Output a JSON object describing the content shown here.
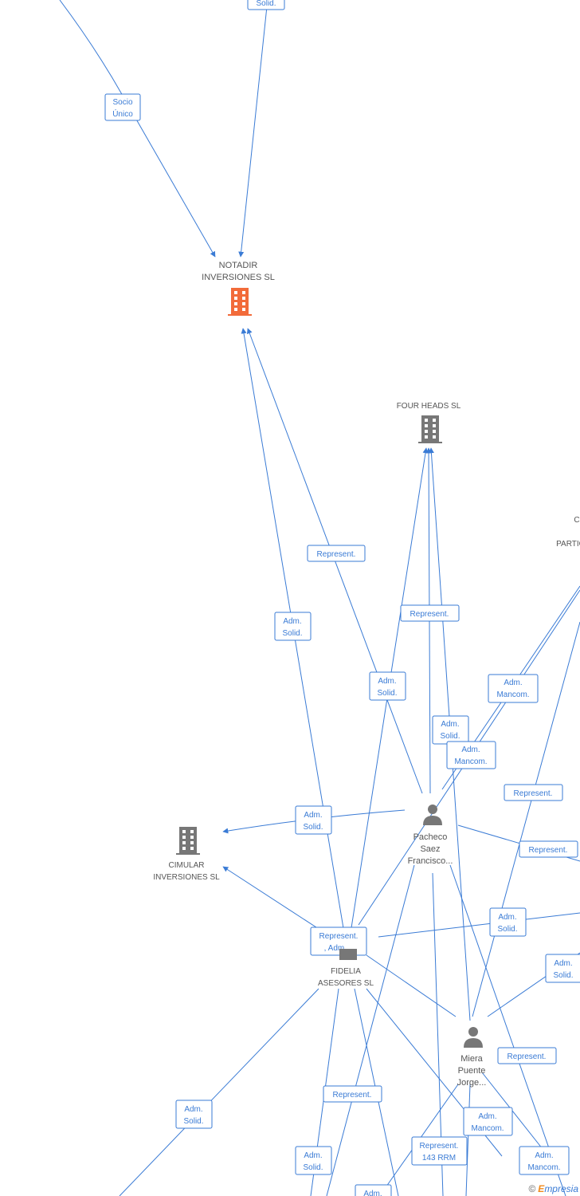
{
  "colors": {
    "edge": "#3a7bd5",
    "main_company": "#f26b3a",
    "company": "#777777",
    "person": "#777777",
    "node_text": "#555555",
    "brand_accent": "#f08a1c"
  },
  "nodes": {
    "notadir": [
      "NOTADIR",
      "INVERSIONES SL"
    ],
    "four_heads": [
      "FOUR HEADS SL"
    ],
    "cimular": [
      "CIMULAR",
      "INVERSIONES SL"
    ],
    "fidelia": [
      "FIDELIA",
      "ASESORES SL"
    ],
    "pacheco": [
      "Pacheco",
      "Saez",
      "Francisco..."
    ],
    "miera": [
      "Miera",
      "Puente",
      "Jorge..."
    ],
    "partial_right": [
      "C",
      "PARTIC"
    ]
  },
  "edge_labels": {
    "solid_top": [
      "Solid."
    ],
    "socio_unico": [
      "Socio",
      "Único"
    ],
    "represent_1": [
      "Represent."
    ],
    "adm_solid_1": [
      "Adm.",
      "Solid."
    ],
    "represent_2": [
      "Represent."
    ],
    "adm_solid_2": [
      "Adm.",
      "Solid."
    ],
    "adm_mancom_1": [
      "Adm.",
      "Mancom."
    ],
    "adm_solid_3": [
      "Adm.",
      "Solid."
    ],
    "adm_mancom_2": [
      "Adm.",
      "Mancom."
    ],
    "represent_3": [
      "Represent."
    ],
    "adm_solid_4": [
      "Adm.",
      "Solid."
    ],
    "represent_4": [
      "Represent."
    ],
    "represent_adm": [
      "Represent.",
      ", Adm...."
    ],
    "adm_solid_5": [
      "Adm.",
      "Solid."
    ],
    "adm_solid_6": [
      "Adm.",
      "Solid."
    ],
    "represent_5": [
      "Represent."
    ],
    "adm_solid_7": [
      "Adm.",
      "Solid."
    ],
    "represent_6": [
      "Represent."
    ],
    "adm_mancom_3": [
      "Adm.",
      "Mancom."
    ],
    "represent_143": [
      "Represent.",
      "143 RRM"
    ],
    "adm_solid_8": [
      "Adm.",
      "Solid."
    ],
    "adm_mancom_4": [
      "Adm.",
      "Mancom."
    ],
    "adm_bottom": [
      "Adm."
    ]
  },
  "brand": {
    "copyright": "©",
    "initial": "E",
    "rest": "mpresia"
  }
}
